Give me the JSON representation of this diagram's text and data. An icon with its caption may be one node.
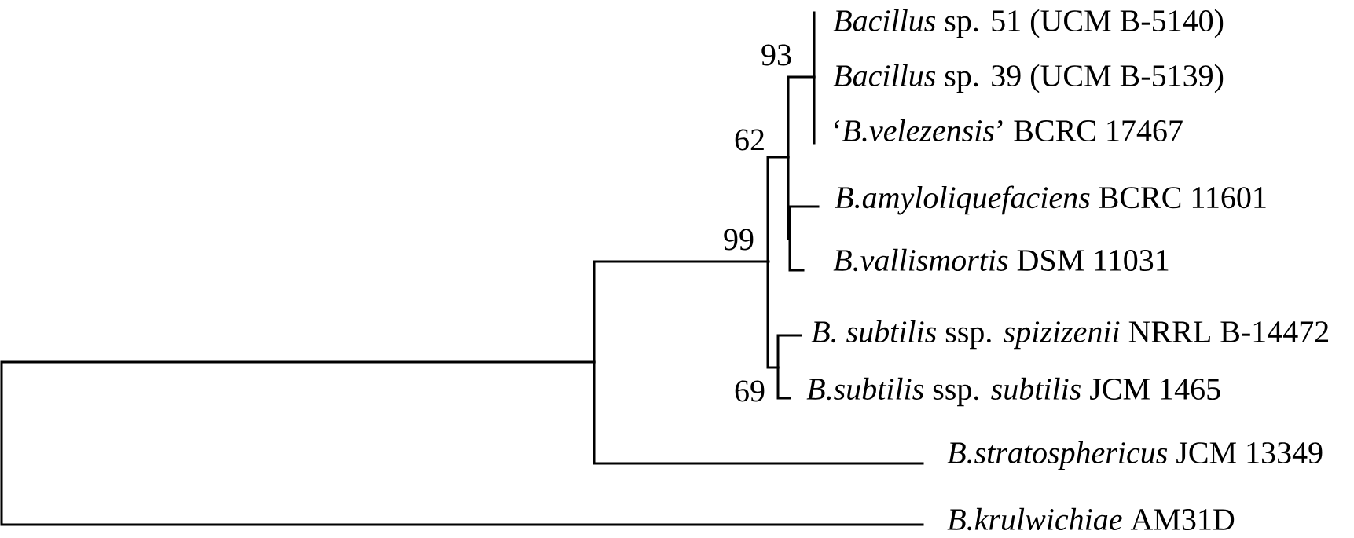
{
  "diagram": {
    "labels": [
      "*Bacillus* sp. 51 (UCM B-5140)",
      "93",
      "*Bacillus* sp. 39 (UCM B-5139)",
      "‘*B.velezensis*’ BCRC 17467",
      "62",
      "*B.amyloliquefaciens* BCRC 11601",
      "99",
      "*B.vallismortis* DSM 11031",
      "*B. subtilis* ssp. *spizizenii* NRRL B-14472",
      "69",
      "*B.subtilis* ssp. *subtilis* JCM 1465",
      "*B.stratosphericus* JCM 13349",
      "*B.krulwichiae* AM31D"
    ]
  }
}
